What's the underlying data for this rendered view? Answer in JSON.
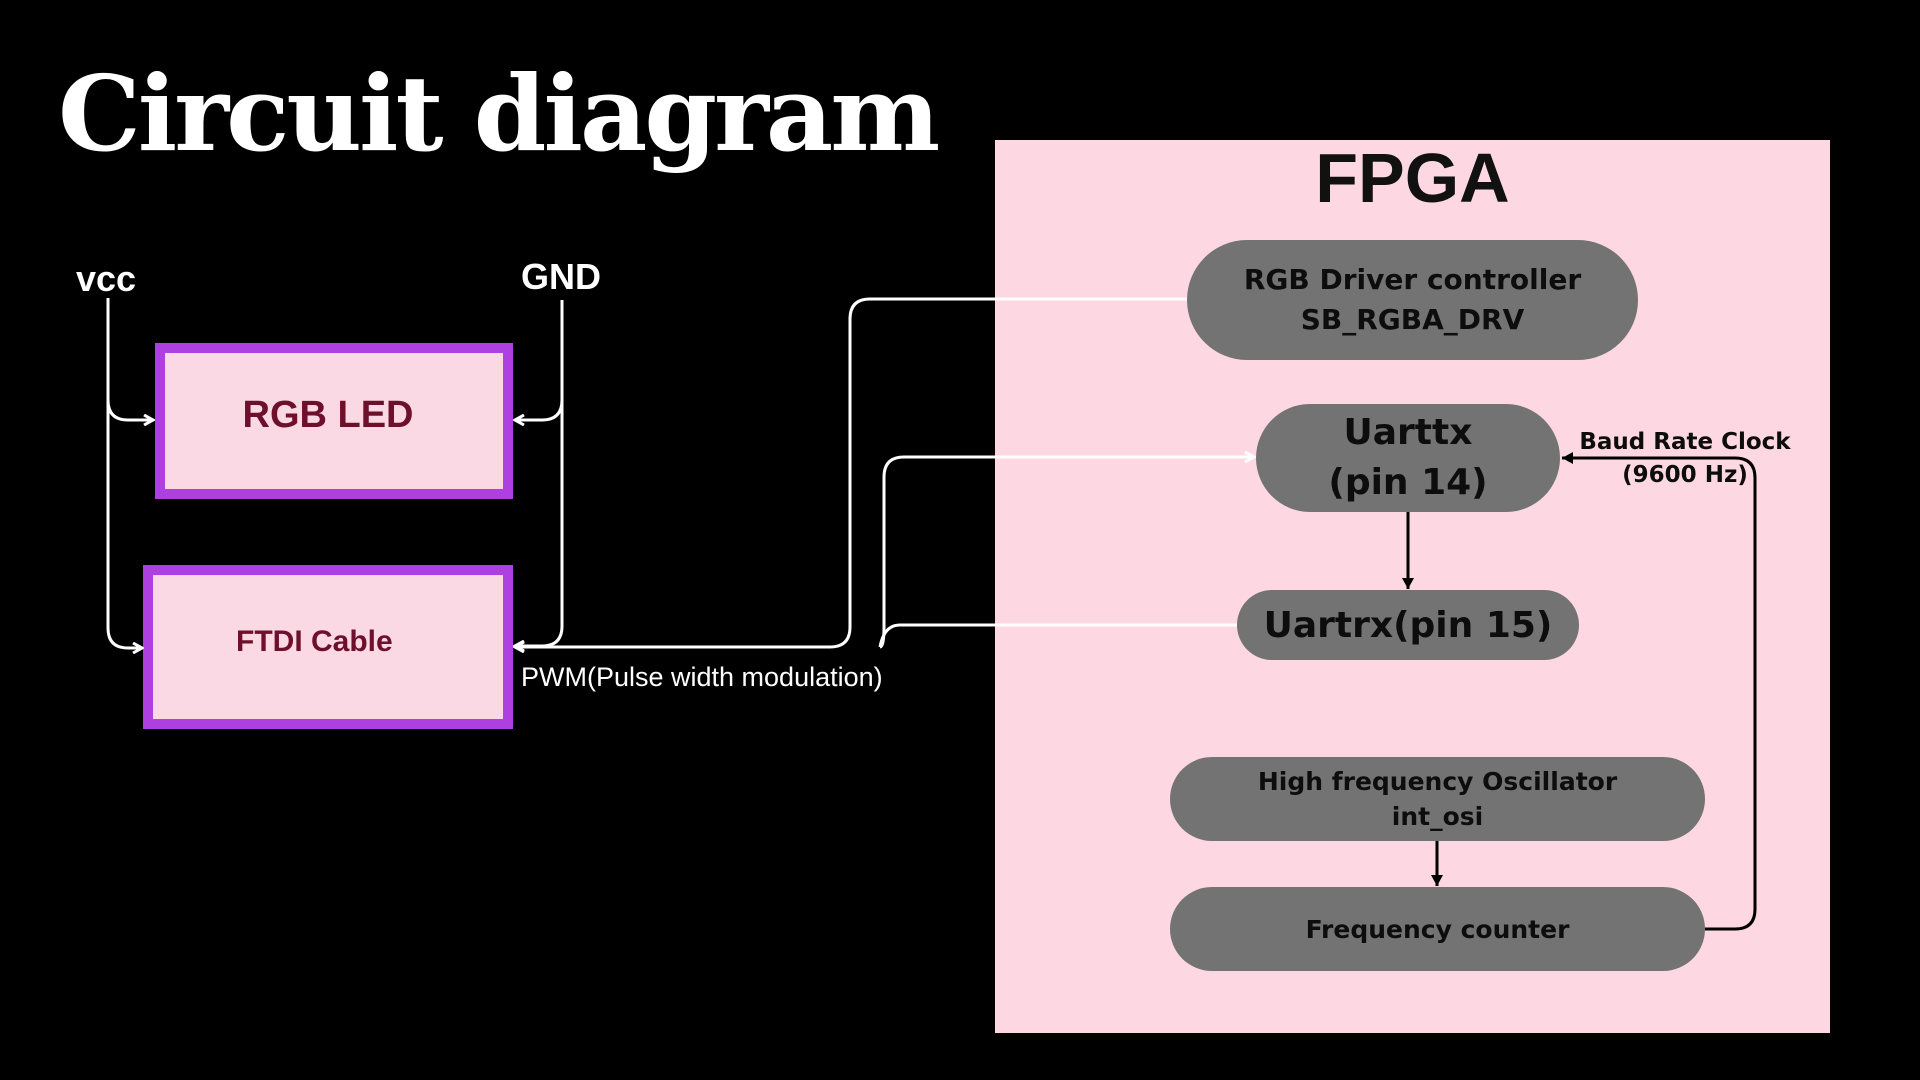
{
  "title": "Circuit diagram",
  "rails": {
    "vcc": "vcc",
    "gnd": "GND"
  },
  "external": {
    "rgb_led": "RGB LED",
    "ftdi": "FTDI Cable"
  },
  "signal_label": "PWM(Pulse width modulation)",
  "fpga": {
    "title": "FPGA",
    "rgb_driver": "RGB Driver controller\nSB_RGBA_DRV",
    "uarttx": "Uarttx\n(pin 14)",
    "uartrx": "Uartrx(pin 15)",
    "oscillator": "High frequency Oscillator\nint_osi",
    "freq_counter": "Frequency counter",
    "baud_label": "Baud Rate Clock\n(9600 Hz)"
  },
  "colors": {
    "background": "#000000",
    "fpga_fill": "#fdd8e3",
    "block_fill": "#737373",
    "box_border": "#ae3fe0",
    "box_text": "#6e0f2c"
  }
}
